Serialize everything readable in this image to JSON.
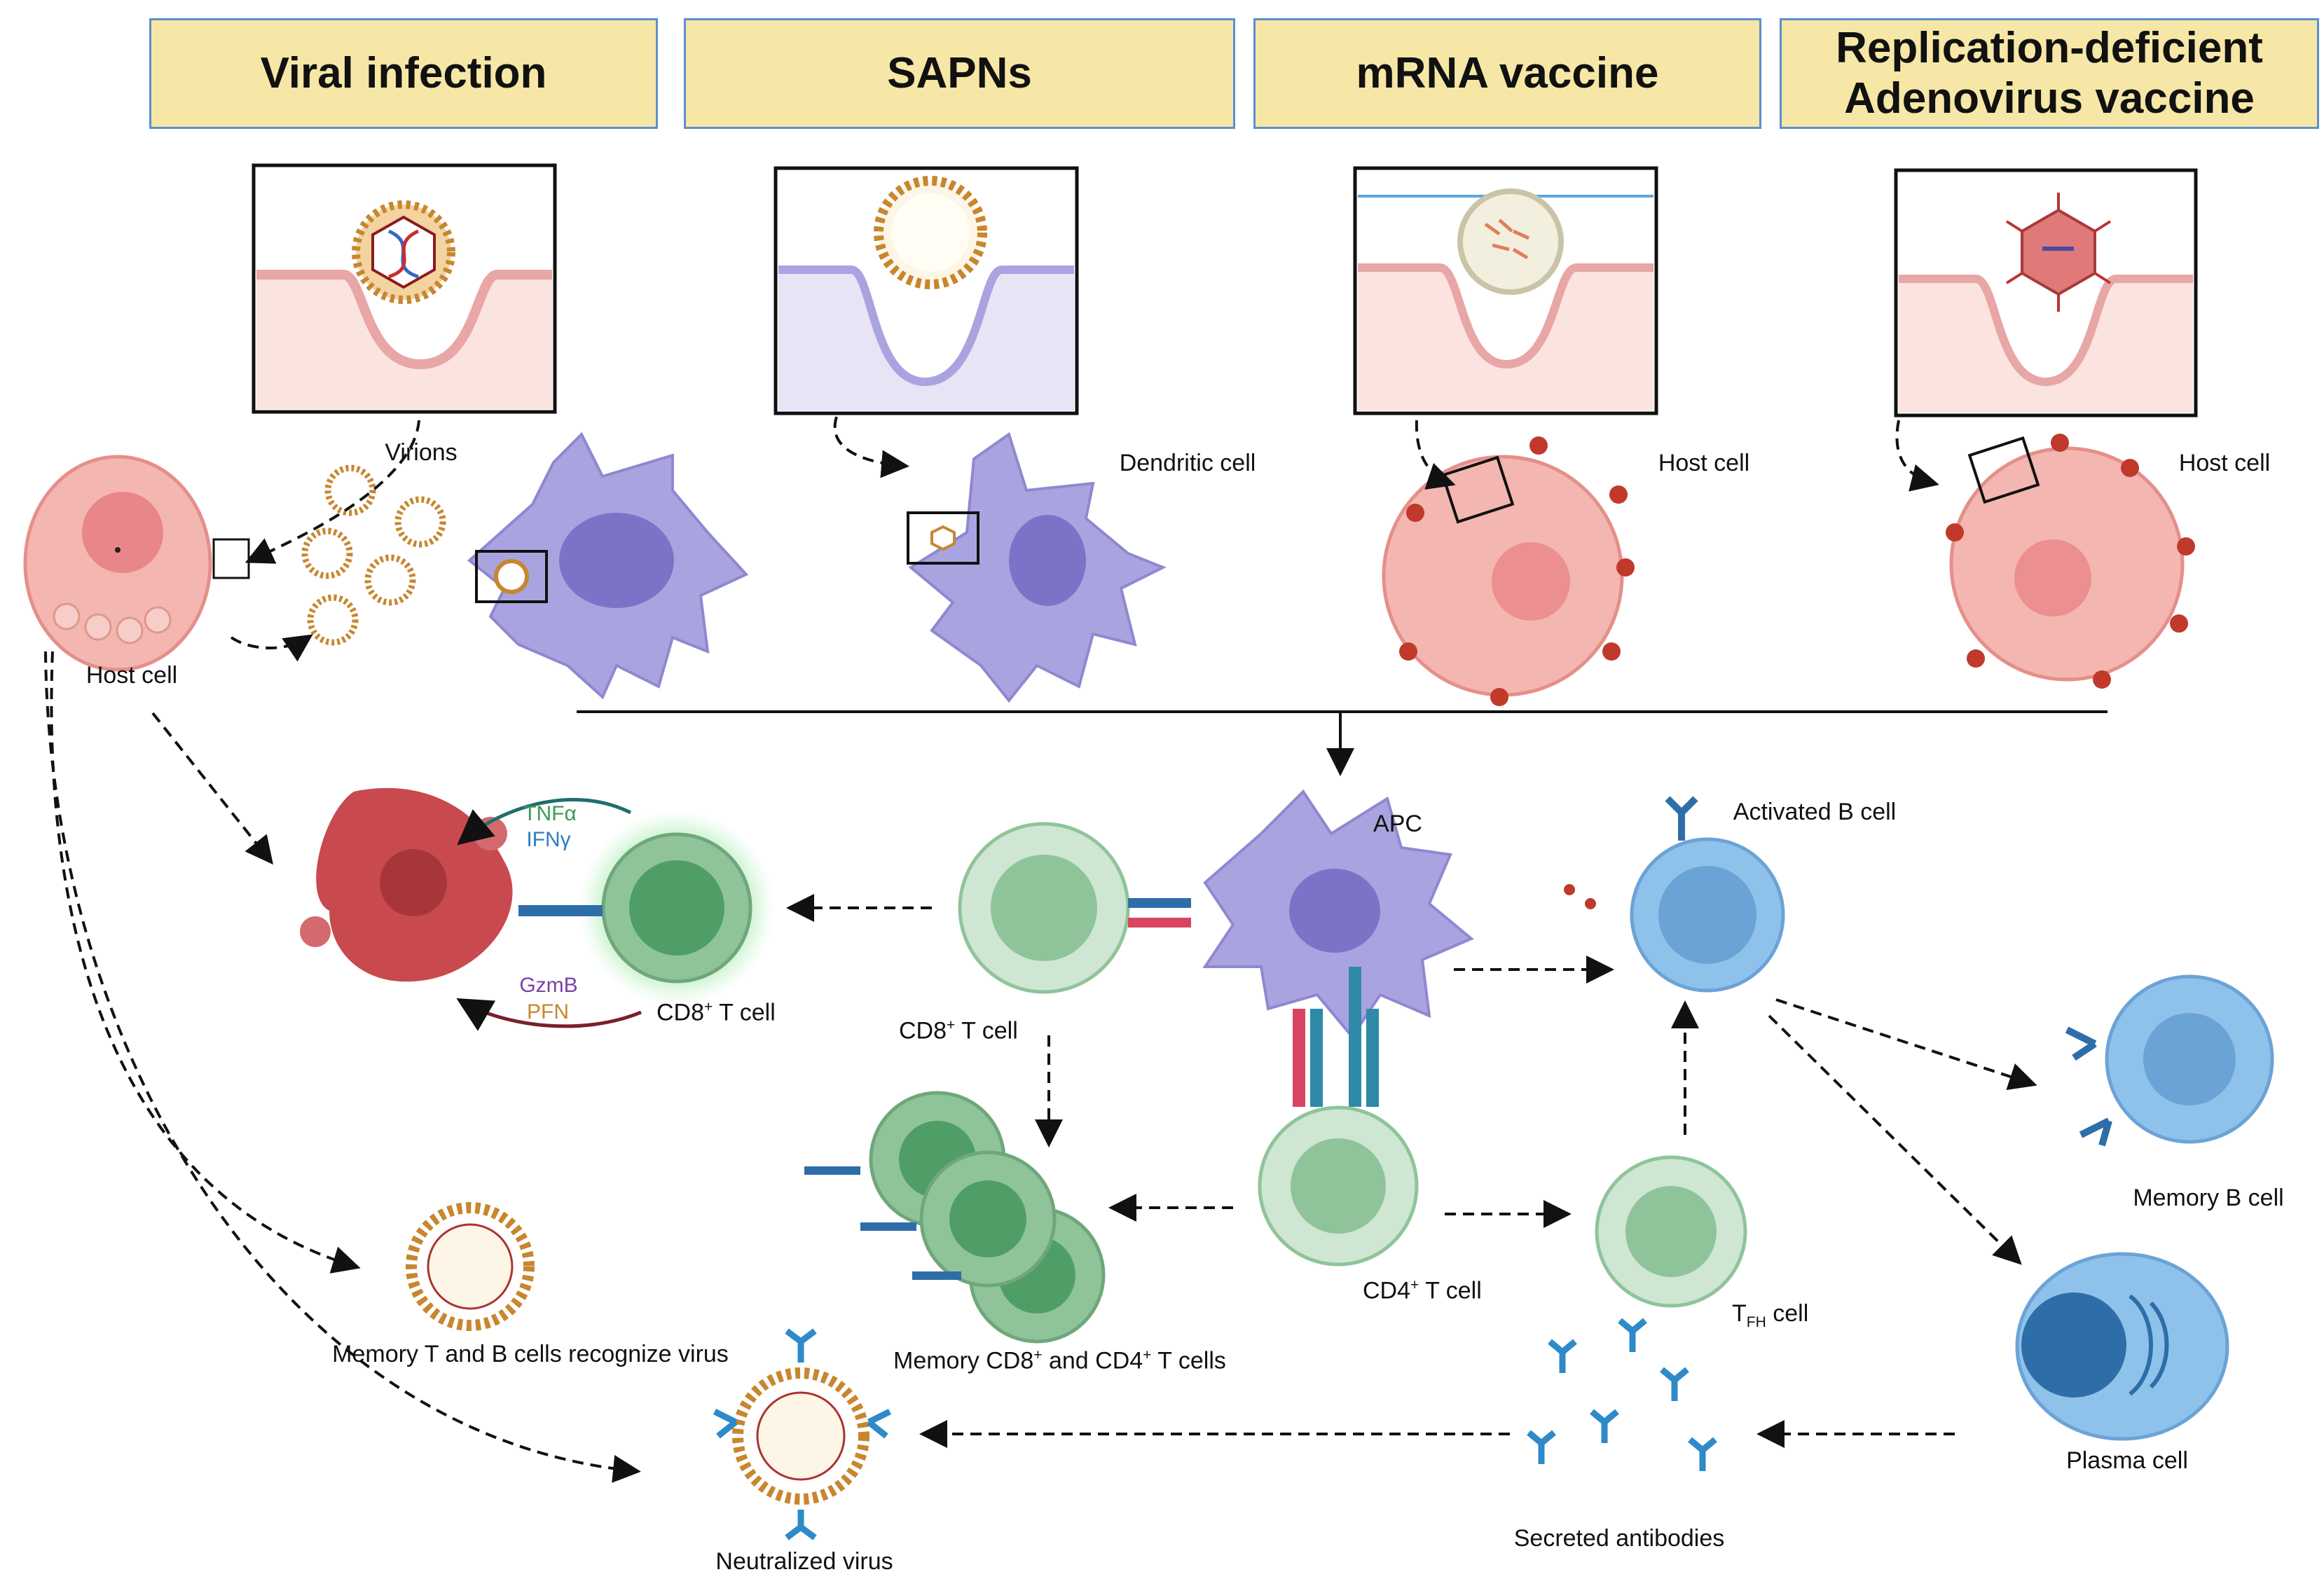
{
  "headers": {
    "viral_infection": "Viral infection",
    "sapns": "SAPNs",
    "mrna_vaccine": "mRNA vaccine",
    "adenovirus_line1": "Replication-deficient",
    "adenovirus_line2": "Adenovirus vaccine"
  },
  "labels": {
    "virions": "Virions",
    "host_cell_left": "Host cell",
    "dendritic_cell": "Dendritic cell",
    "host_cell_mrna": "Host cell",
    "host_cell_adeno": "Host cell",
    "apc": "APC",
    "activated_b_cell": "Activated B cell",
    "tnfa": "TNFα",
    "ifng": "IFNγ",
    "gzmb": "GzmB",
    "pfn": "PFN",
    "cd8_effector_main": "CD8",
    "cd8_effector_sup": "+",
    "cd8_effector_rest": " T cell",
    "cd8_naive_main": "CD8",
    "cd8_naive_sup": "+",
    "cd8_naive_rest": " T cell",
    "memory_b_cell": "Memory B cell",
    "cd4_main": "CD4",
    "cd4_sup": "+",
    "cd4_rest": " T cell",
    "tfh_main": "T",
    "tfh_sub": "FH",
    "tfh_rest": " cell",
    "memory_tb_recognize": "Memory T and B cells recognize virus",
    "memory_cd8_part1": "Memory CD8",
    "memory_cd8_sup1": "+",
    "memory_cd8_part2": " and CD4",
    "memory_cd8_sup2": "+",
    "memory_cd8_part3": " T cells",
    "plasma_cell": "Plasma cell",
    "secreted_antibodies": "Secreted antibodies",
    "neutralized_virus": "Neutralized virus"
  },
  "colors": {
    "header_fill": "#f6e7a6",
    "header_border": "#5b8fd0",
    "host_cell": "#f4b6b0",
    "dendritic_cell": "#a9a4e0",
    "t_cell": "#8fc49a",
    "b_cell": "#7fb6e0",
    "virus_shell": "#c8862e"
  }
}
